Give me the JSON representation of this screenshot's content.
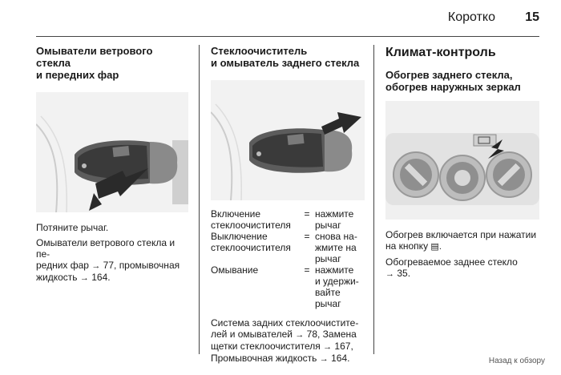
{
  "header": {
    "title": "Коротко",
    "page": "15"
  },
  "col1": {
    "heading_line1": "Омыватели ветрового стекла",
    "heading_line2": "и передних фар",
    "p1": "Потяните рычаг.",
    "p2_line1": "Омыватели ветрового стекла и пе-",
    "p2_line2_a": "редних фар",
    "p2_line2_ref": "77, промывочная",
    "p2_line3_a": "жидкость",
    "p2_line3_ref": "164."
  },
  "col2": {
    "heading_line1": "Стеклоочиститель",
    "heading_line2": "и омыватель заднего стекла",
    "ops": [
      {
        "label_l1": "Включение",
        "label_l2": "стеклоочистителя",
        "eq": "=",
        "act_l1": "нажмите",
        "act_l2": "рычаг",
        "act_l3": ""
      },
      {
        "label_l1": "Выключение",
        "label_l2": "стеклоочистителя",
        "eq": "=",
        "act_l1": "снова на-",
        "act_l2": "жмите на",
        "act_l3": "рычаг"
      },
      {
        "label_l1": "Омывание",
        "label_l2": "",
        "eq": "=",
        "act_l1": "нажмите",
        "act_l2": "и удержи-",
        "act_l3": "вайте рычаг"
      }
    ],
    "note_l1": "Система задних стеклоочистите-",
    "note_l2_a": "лей и омывателей",
    "note_l2_ref": "78, Замена",
    "note_l3_a": "щетки стеклоочистителя",
    "note_l3_ref": "167,",
    "note_l4_a": "Промывочная жидкость",
    "note_l4_ref": "164."
  },
  "col3": {
    "title": "Климат-контроль",
    "sub_line1": "Обогрев заднего стекла,",
    "sub_line2": "обогрев наружных зеркал",
    "p1_line1": "Обогрев включается при нажатии",
    "p1_line2": "на кнопку",
    "p2_line1": "Обогреваемое заднее стекло",
    "p2_line2_ref": "35."
  },
  "footer": {
    "back_link": "Назад к обзору"
  },
  "icons": {
    "ref": "reference-arrow-icon",
    "rear_defrost": "rear-window-heater-icon"
  }
}
